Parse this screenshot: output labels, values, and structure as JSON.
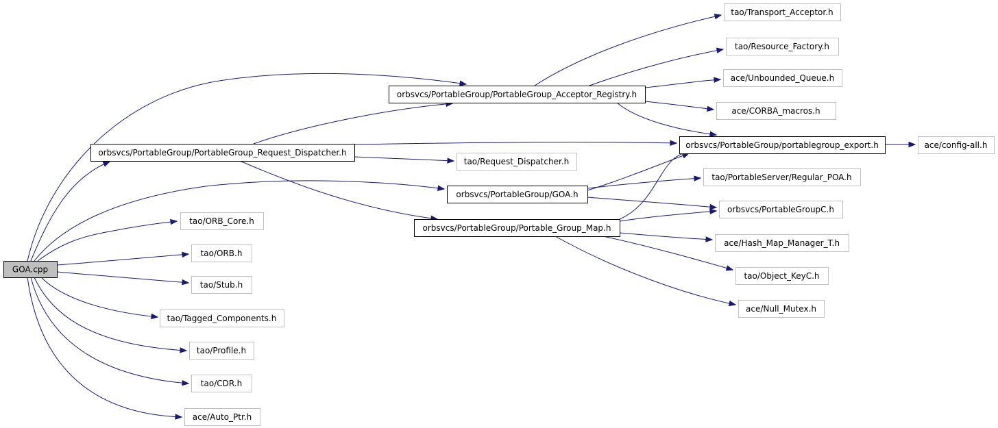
{
  "colors": {
    "edge": "#191970",
    "root_fill": "#bfbfbf",
    "root_border": "#000000",
    "expanded_border": "#000000",
    "leaf_border": "#bfbfbf",
    "node_fill": "#ffffff"
  },
  "nodes": [
    {
      "id": "goa_cpp",
      "label": "GOA.cpp",
      "kind": "root"
    },
    {
      "id": "acceptor_registry",
      "label": "orbsvcs/PortableGroup/PortableGroup_Acceptor_Registry.h",
      "kind": "expanded"
    },
    {
      "id": "request_dispatcher",
      "label": "orbsvcs/PortableGroup/PortableGroup_Request_Dispatcher.h",
      "kind": "expanded"
    },
    {
      "id": "goa_h",
      "label": "orbsvcs/PortableGroup/GOA.h",
      "kind": "expanded"
    },
    {
      "id": "group_map",
      "label": "orbsvcs/PortableGroup/Portable_Group_Map.h",
      "kind": "expanded"
    },
    {
      "id": "pg_export",
      "label": "orbsvcs/PortableGroup/portablegroup_export.h",
      "kind": "expanded"
    },
    {
      "id": "transport_acceptor",
      "label": "tao/Transport_Acceptor.h",
      "kind": "leaf"
    },
    {
      "id": "resource_factory",
      "label": "tao/Resource_Factory.h",
      "kind": "leaf"
    },
    {
      "id": "unbounded_queue",
      "label": "ace/Unbounded_Queue.h",
      "kind": "leaf"
    },
    {
      "id": "corba_macros",
      "label": "ace/CORBA_macros.h",
      "kind": "leaf"
    },
    {
      "id": "config_all",
      "label": "ace/config-all.h",
      "kind": "leaf"
    },
    {
      "id": "tao_request_dispatcher",
      "label": "tao/Request_Dispatcher.h",
      "kind": "leaf"
    },
    {
      "id": "regular_poa",
      "label": "tao/PortableServer/Regular_POA.h",
      "kind": "leaf"
    },
    {
      "id": "portablegroupc",
      "label": "orbsvcs/PortableGroupC.h",
      "kind": "leaf"
    },
    {
      "id": "hash_map_manager",
      "label": "ace/Hash_Map_Manager_T.h",
      "kind": "leaf"
    },
    {
      "id": "object_keyc",
      "label": "tao/Object_KeyC.h",
      "kind": "leaf"
    },
    {
      "id": "null_mutex",
      "label": "ace/Null_Mutex.h",
      "kind": "leaf"
    },
    {
      "id": "orb_core",
      "label": "tao/ORB_Core.h",
      "kind": "leaf"
    },
    {
      "id": "orb_h",
      "label": "tao/ORB.h",
      "kind": "leaf"
    },
    {
      "id": "stub_h",
      "label": "tao/Stub.h",
      "kind": "leaf"
    },
    {
      "id": "tagged_components",
      "label": "tao/Tagged_Components.h",
      "kind": "leaf"
    },
    {
      "id": "profile_h",
      "label": "tao/Profile.h",
      "kind": "leaf"
    },
    {
      "id": "cdr_h",
      "label": "tao/CDR.h",
      "kind": "leaf"
    },
    {
      "id": "auto_ptr",
      "label": "ace/Auto_Ptr.h",
      "kind": "leaf"
    }
  ],
  "edges": [
    {
      "from": "goa_cpp",
      "to": "acceptor_registry"
    },
    {
      "from": "goa_cpp",
      "to": "request_dispatcher"
    },
    {
      "from": "goa_cpp",
      "to": "goa_h"
    },
    {
      "from": "goa_cpp",
      "to": "orb_core"
    },
    {
      "from": "goa_cpp",
      "to": "orb_h"
    },
    {
      "from": "goa_cpp",
      "to": "stub_h"
    },
    {
      "from": "goa_cpp",
      "to": "tagged_components"
    },
    {
      "from": "goa_cpp",
      "to": "profile_h"
    },
    {
      "from": "goa_cpp",
      "to": "cdr_h"
    },
    {
      "from": "goa_cpp",
      "to": "auto_ptr"
    },
    {
      "from": "acceptor_registry",
      "to": "transport_acceptor"
    },
    {
      "from": "acceptor_registry",
      "to": "resource_factory"
    },
    {
      "from": "acceptor_registry",
      "to": "unbounded_queue"
    },
    {
      "from": "acceptor_registry",
      "to": "corba_macros"
    },
    {
      "from": "acceptor_registry",
      "to": "pg_export"
    },
    {
      "from": "request_dispatcher",
      "to": "acceptor_registry"
    },
    {
      "from": "request_dispatcher",
      "to": "pg_export"
    },
    {
      "from": "request_dispatcher",
      "to": "tao_request_dispatcher"
    },
    {
      "from": "request_dispatcher",
      "to": "group_map"
    },
    {
      "from": "goa_h",
      "to": "pg_export"
    },
    {
      "from": "goa_h",
      "to": "regular_poa"
    },
    {
      "from": "goa_h",
      "to": "portablegroupc"
    },
    {
      "from": "group_map",
      "to": "pg_export"
    },
    {
      "from": "group_map",
      "to": "portablegroupc"
    },
    {
      "from": "group_map",
      "to": "hash_map_manager"
    },
    {
      "from": "group_map",
      "to": "object_keyc"
    },
    {
      "from": "group_map",
      "to": "null_mutex"
    },
    {
      "from": "pg_export",
      "to": "config_all"
    }
  ]
}
